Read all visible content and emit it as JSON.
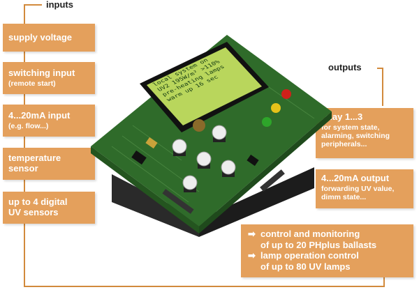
{
  "inputs_heading": "inputs",
  "outputs_heading": "outputs",
  "inputs": [
    {
      "main": "supply voltage",
      "sub": ""
    },
    {
      "main": "switching input",
      "sub": "(remote start)"
    },
    {
      "main": "4...20mA  input",
      "sub": "(e.g. flow...)"
    },
    {
      "main": "temperature",
      "sub": "sensor"
    },
    {
      "main": "up to 4 digital",
      "sub": "UV sensors"
    }
  ],
  "outputs": [
    {
      "main": "relay 1...3",
      "sub": "for system state, alarming, switching peripherals..."
    },
    {
      "main": "4...20mA output",
      "sub": "forwarding UV value, dimm state..."
    }
  ],
  "bottom": {
    "line1": "control and monitoring",
    "line2": "of up to 20 PHplus ballasts",
    "line3": "lamp operation control",
    "line4": "of up to 80 UV lamps"
  },
  "lcd": {
    "line1": "local   system on",
    "line2": "UV2  195W/m²  >110%",
    "line3": "pre-heating lamps",
    "line4": "warm up   16 sec"
  },
  "colors": {
    "accent": "#e4a05c",
    "line": "#d28a3c",
    "pcb": "#2f6b2a",
    "lcd": "#b9d65c"
  }
}
